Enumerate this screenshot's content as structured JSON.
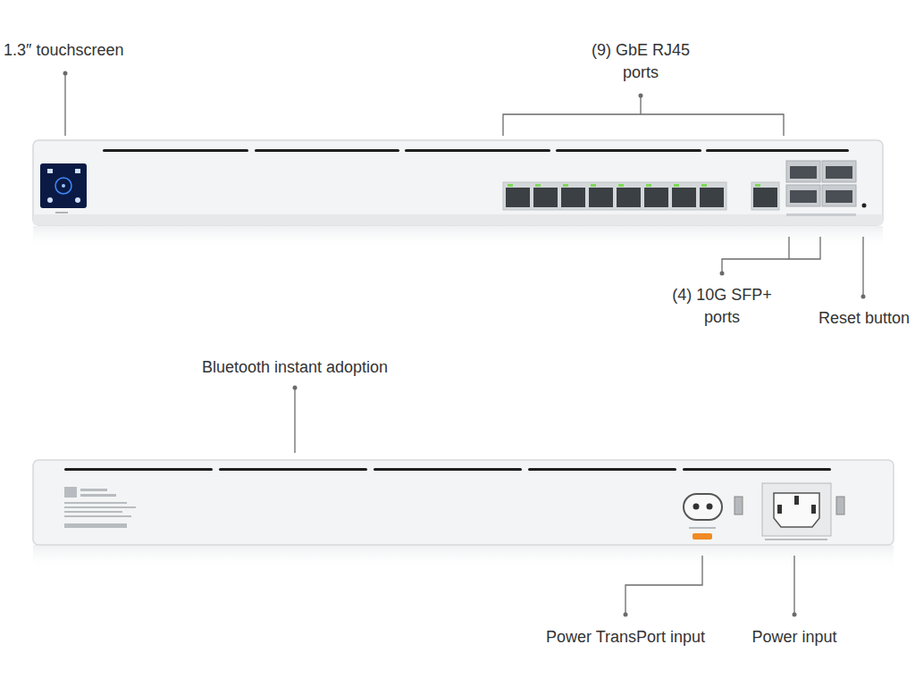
{
  "diagram": {
    "labels": [
      "1.3″ touchscreen",
      "(9) GbE RJ45 ports",
      "(4) 10G SFP+ ports",
      "Reset button",
      "Bluetooth instant adoption",
      "Power TransPort input",
      "Power input"
    ]
  }
}
